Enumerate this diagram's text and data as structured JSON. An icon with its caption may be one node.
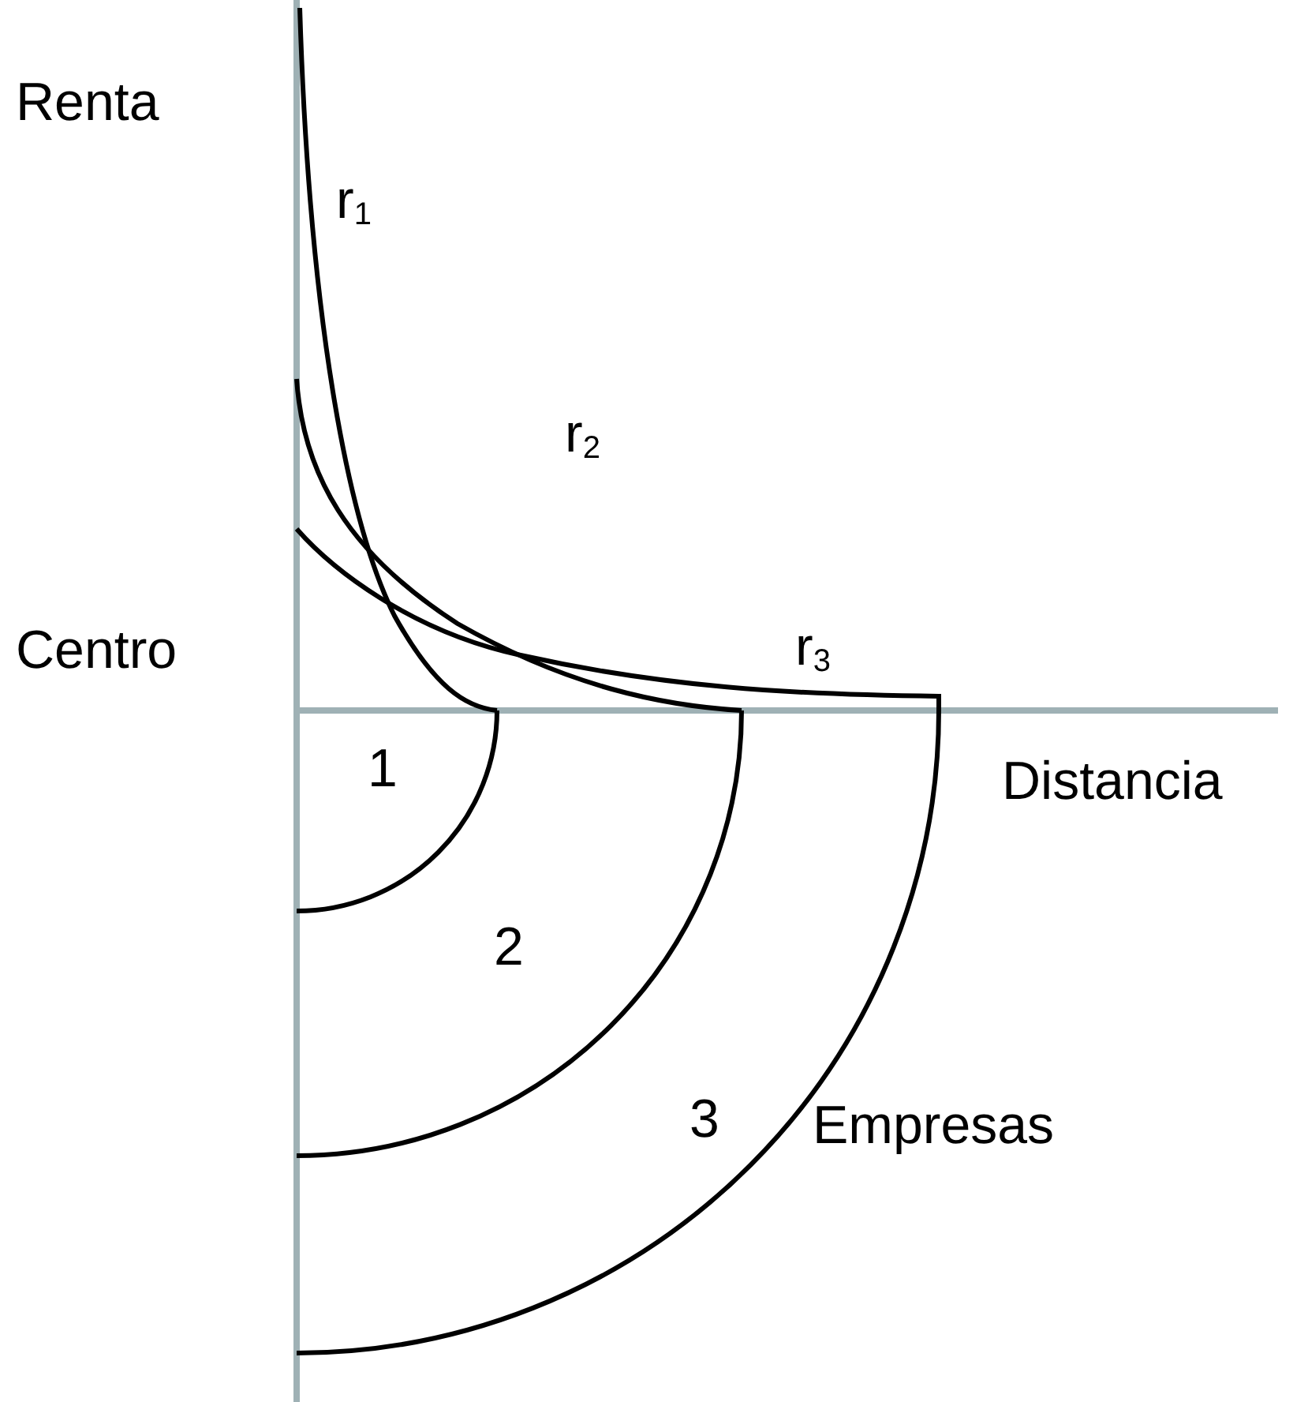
{
  "diagram": {
    "labels": [
      "Renta",
      "r$_{1}$",
      "r$_{2}$",
      "Centro",
      "r$_{3}$",
      "Distancia",
      "1",
      "2",
      "3",
      "Empresas"
    ]
  }
}
